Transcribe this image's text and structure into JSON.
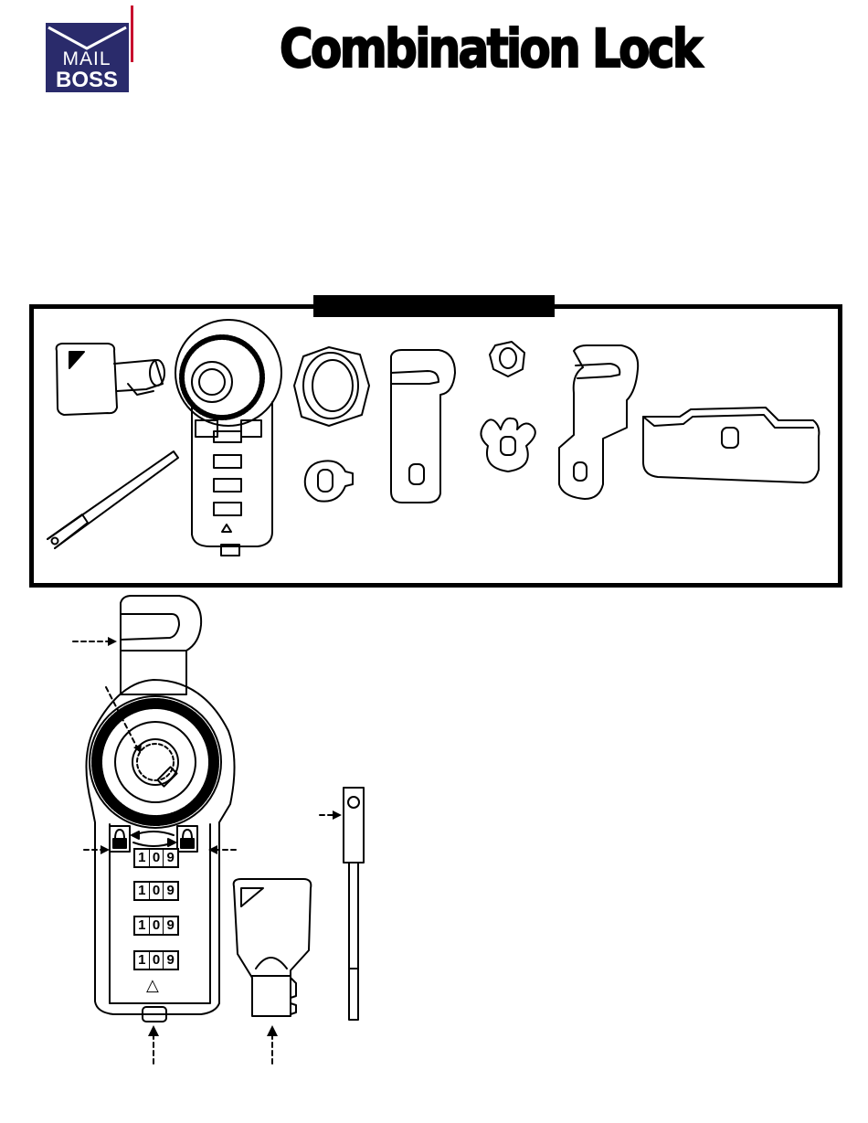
{
  "header": {
    "logo": {
      "line1": "MAIL",
      "line2": "BOSS",
      "bg": "#2a2b6b",
      "accent": "#c8102e"
    },
    "title": "Combination Lock"
  },
  "parts_panel": {
    "label": ""
  },
  "diagram": {
    "wheels": [
      {
        "digits": [
          "1",
          "0",
          "9"
        ]
      },
      {
        "digits": [
          "1",
          "0",
          "9"
        ]
      },
      {
        "digits": [
          "1",
          "0",
          "9"
        ]
      },
      {
        "digits": [
          "1",
          "0",
          "9"
        ]
      }
    ],
    "indicator": "△"
  }
}
